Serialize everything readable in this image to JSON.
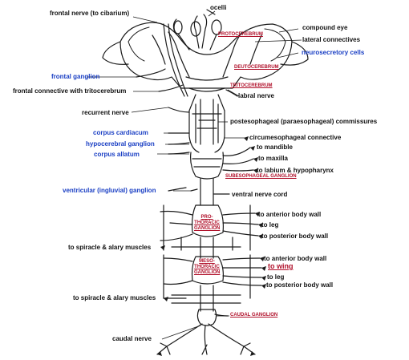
{
  "labels": {
    "frontal_nerve": "frontal nerve (to cibarium)",
    "ocelli": "ocelli",
    "compound_eye": "compound eye",
    "protocerebrum": "PROTOCEREBRUM",
    "lateral_connectives": "lateral connectives",
    "neurosecretory_cells": "neurosecretory cells",
    "deutocerebrum": "DEUTOCEREBRUM",
    "frontal_ganglion": "frontal ganglion",
    "tritocerebrum": "TRITOCEREBRUM",
    "frontal_connective": "frontal connective with tritocerebrum",
    "labral_nerve": "labral nerve",
    "recurrent_nerve": "recurrent nerve",
    "postesophageal": "postesophageal (paraesophageal) commissures",
    "corpus_cardiacum": "corpus cardiacum",
    "circumesophageal": "circumesophageal connective",
    "hypocerebral": "hypocerebral ganglion",
    "to_mandible": "to mandible",
    "corpus_allatum": "corpus allatum",
    "to_maxilla": "to maxilla",
    "to_labium": "to labium & hypopharynx",
    "subesophageal": "SUBESOPHAGEAL GANGLION",
    "ventricular": "ventricular (ingluvial) ganglion",
    "ventral_nerve_cord": "ventral nerve cord",
    "prothoracic_1": "PRO-",
    "prothoracic_2": "THORACIC",
    "prothoracic_3": "GANGLION",
    "to_anterior_body_wall_1": "to anterior body wall",
    "to_leg_1": "to leg",
    "to_posterior_body_wall_1": "to posterior body wall",
    "to_spiracle_1": "to spiracle & alary muscles",
    "mesothoracic_1": "MESO-",
    "mesothoracic_2": "THORACIC",
    "mesothoracic_3": "GANGLION",
    "to_anterior_body_wall_2": "to anterior body wall",
    "to_wing": "to wing",
    "to_leg_2": "to leg",
    "to_posterior_body_wall_2": "to posterior body wall",
    "to_spiracle_2": "to spiracle & alary muscles",
    "caudal_ganglion": "CAUDAL GANGLION",
    "caudal_nerve": "caudal nerve"
  },
  "colors": {
    "label_black": "#111111",
    "label_blue": "#1a3fc4",
    "label_red": "#b0102a",
    "drawing": "#1a1a1a"
  }
}
